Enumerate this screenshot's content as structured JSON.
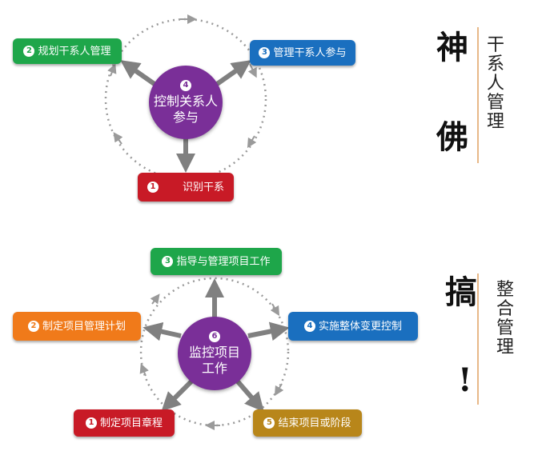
{
  "top": {
    "center": {
      "num": "4",
      "text": "控制关系人参与"
    },
    "boxes": [
      {
        "num": "2",
        "text": "规划干系人管理",
        "color": "#1ea64a"
      },
      {
        "num": "3",
        "text": "管理干系人参与",
        "color": "#1a6fbf"
      },
      {
        "num": "1",
        "text": "识别干系",
        "color": "#c81a26"
      }
    ],
    "side": {
      "big1": "神",
      "big2": "佛",
      "vertical": "干系人管理"
    }
  },
  "bottom": {
    "center": {
      "num": "6",
      "text": "监控项目工作"
    },
    "boxes": [
      {
        "num": "3",
        "text": "指导与管理项目工作",
        "color": "#1ea64a"
      },
      {
        "num": "2",
        "text": "制定项目管理计划",
        "color": "#f07a1a"
      },
      {
        "num": "4",
        "text": "实施整体变更控制",
        "color": "#1a6fbf"
      },
      {
        "num": "1",
        "text": "制定项目章程",
        "color": "#c81a26"
      },
      {
        "num": "5",
        "text": "结束项目或阶段",
        "color": "#b8861a"
      }
    ],
    "side": {
      "big1": "搞",
      "big2": "!",
      "vertical": "整合管理"
    }
  },
  "colors": {
    "center_fill": "#7a2f98",
    "arrow": "#808080"
  }
}
